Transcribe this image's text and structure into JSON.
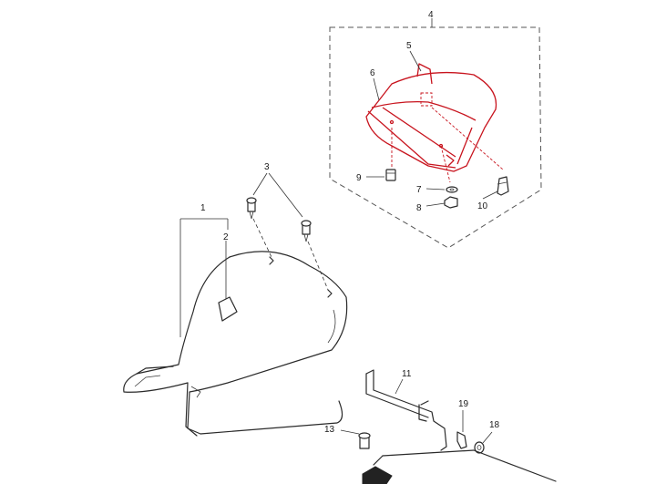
{
  "callouts": {
    "c1": "1",
    "c2": "2",
    "c3": "3",
    "c4": "4",
    "c5": "5",
    "c6": "6",
    "c7": "7",
    "c8": "8",
    "c9": "9",
    "c10": "10",
    "c11": "11",
    "c13": "13",
    "c18": "18",
    "c19": "19"
  },
  "colors": {
    "highlight": "#c8141e",
    "line": "#2a2a2a"
  }
}
